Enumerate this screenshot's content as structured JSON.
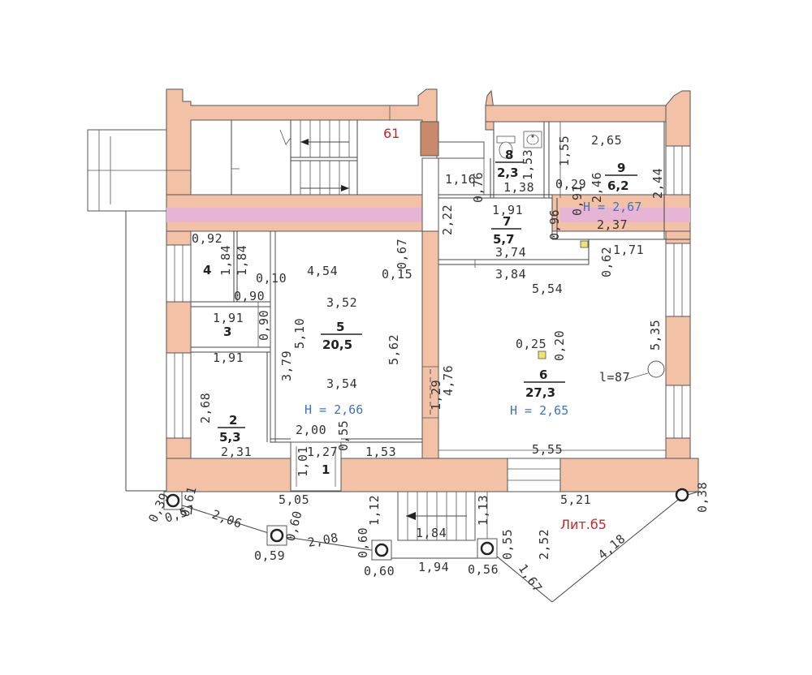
{
  "colors": {
    "wall": "#f3c1a6",
    "pink_band": "#e6b5d6",
    "height_text": "#3c74c2",
    "red_text": "#c0282a",
    "line": "#444444"
  },
  "rooms": [
    {
      "id": "1",
      "number": "1",
      "area": ""
    },
    {
      "id": "2",
      "number": "2",
      "area": "5,3"
    },
    {
      "id": "3",
      "number": "3",
      "area": ""
    },
    {
      "id": "4",
      "number": "4",
      "area": ""
    },
    {
      "id": "5",
      "number": "5",
      "area": "20,5"
    },
    {
      "id": "6",
      "number": "6",
      "area": "27,3"
    },
    {
      "id": "7",
      "number": "7",
      "area": "5,7"
    },
    {
      "id": "8",
      "number": "8",
      "area": "2,3"
    },
    {
      "id": "9",
      "number": "9",
      "area": "6,2"
    }
  ],
  "heights": {
    "room5": "H = 2,66",
    "room6": "H = 2,65",
    "room9": "H = 2,67"
  },
  "labels": {
    "stair_number": "61",
    "litera": "Лит.б5",
    "radius": "l=87"
  },
  "dims": {
    "d_092": "0,92",
    "d_184a": "1,84",
    "d_184b": "1,84",
    "d_010": "0,10",
    "d_454": "4,54",
    "d_067": "0,67",
    "d_015": "0,15",
    "d_090a": "0,90",
    "d_090b": "0,90",
    "d_191a": "1,91",
    "d_191b": "1,91",
    "d_352": "3,52",
    "d_510": "5,10",
    "d_379": "3,79",
    "d_562": "5,62",
    "d_354": "3,54",
    "d_268": "2,68",
    "d_200": "2,00",
    "d_055": "0,55",
    "d_231": "2,31",
    "d_101": "1,01",
    "d_127": "1,27",
    "d_153": "1,53",
    "d_476": "4,76",
    "d_129": "1,29",
    "d_116": "1,16",
    "d_222": "2,22",
    "d_076": "0,76",
    "d_138": "1,38",
    "d_153b": "1,53",
    "d_029": "0,29",
    "d_246": "2,46",
    "d_155": "1,55",
    "d_265": "2,65",
    "d_244": "2,44",
    "d_191c": "1,91",
    "d_096": "0,96",
    "d_091": "0,91",
    "d_237": "2,37",
    "d_374": "3,74",
    "d_171": "1,71",
    "d_062": "0,62",
    "d_384": "3,84",
    "d_554": "5,54",
    "d_535": "5,35",
    "d_025": "0,25",
    "d_020": "0,20",
    "d_555": "5,55",
    "d_505": "5,05",
    "d_521": "5,21",
    "d_112": "1,12",
    "d_113": "1,13",
    "d_184c": "1,84",
    "d_194": "1,94",
    "d_039": "0,39",
    "d_057": "0,57",
    "d_061": "0,61",
    "d_206": "2,06",
    "d_060a": "0,60",
    "d_059": "0,59",
    "d_208": "2,08",
    "d_060b": "0,60",
    "d_060c": "0,60",
    "d_056": "0,56",
    "d_055b": "0,55",
    "d_252": "2,52",
    "d_167": "1,67",
    "d_418": "4,18",
    "d_038": "0,38"
  }
}
